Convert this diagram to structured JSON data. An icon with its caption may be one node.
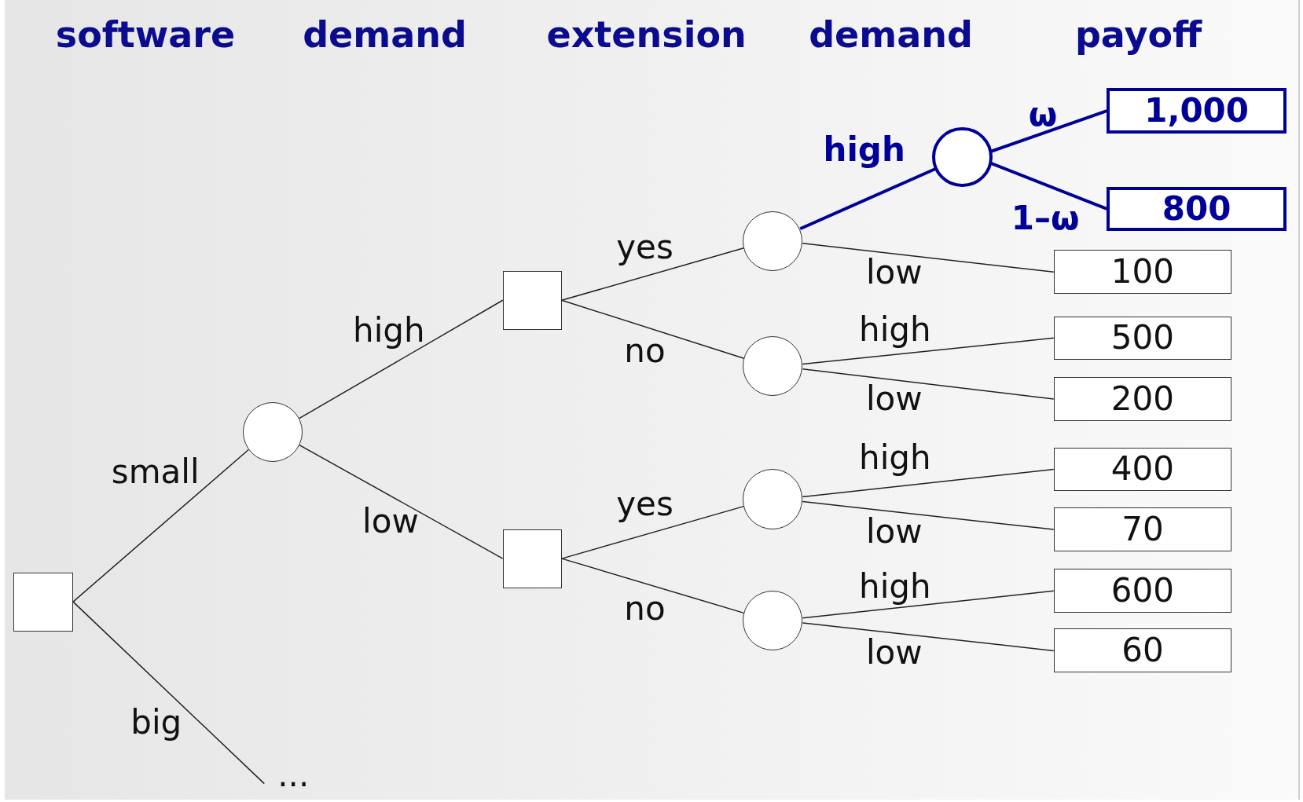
{
  "diagram": {
    "nodes": [
      {
        "text": [],
        "shape": "box"
      },
      {
        "text": [],
        "shape": "circle"
      },
      {
        "text": [],
        "shape": "box"
      },
      {
        "text": [],
        "shape": "box"
      },
      {
        "text": [],
        "shape": "circle"
      },
      {
        "text": [],
        "shape": "circle"
      },
      {
        "text": [],
        "shape": "circle"
      },
      {
        "text": [],
        "shape": "circle"
      },
      {
        "text": [],
        "shape": "circle"
      },
      {
        "text": [
          "1,000"
        ]
      },
      {
        "text": [
          "800"
        ]
      },
      {
        "text": [
          "100"
        ]
      },
      {
        "text": [
          "500"
        ]
      },
      {
        "text": [
          "200"
        ]
      },
      {
        "text": [
          "400"
        ]
      },
      {
        "text": [
          "70"
        ]
      },
      {
        "text": [
          "600"
        ]
      },
      {
        "text": [
          "60"
        ]
      },
      {
        "text": [
          "..."
        ]
      }
    ],
    "edges": [
      {
        "from": 0,
        "to": 1,
        "arrow": "none",
        "label": "small"
      },
      {
        "from": 0,
        "to": 18,
        "arrow": "none",
        "label": "big"
      },
      {
        "from": 1,
        "to": 2,
        "arrow": "none",
        "label": "high"
      },
      {
        "from": 1,
        "to": 3,
        "arrow": "none",
        "label": "low"
      },
      {
        "from": 2,
        "to": 4,
        "arrow": "none",
        "label": "yes"
      },
      {
        "from": 2,
        "to": 5,
        "arrow": "none",
        "label": "no"
      },
      {
        "from": 3,
        "to": 6,
        "arrow": "none",
        "label": "yes"
      },
      {
        "from": 3,
        "to": 7,
        "arrow": "none",
        "label": "no"
      },
      {
        "from": 4,
        "to": 8,
        "arrow": "none",
        "label": "high",
        "style": "thick",
        "color": "#000099"
      },
      {
        "from": 4,
        "to": 11,
        "arrow": "none",
        "label": "low"
      },
      {
        "from": 5,
        "to": 12,
        "arrow": "none",
        "label": "high"
      },
      {
        "from": 5,
        "to": 13,
        "arrow": "none",
        "label": "low"
      },
      {
        "from": 6,
        "to": 14,
        "arrow": "none",
        "label": "high"
      },
      {
        "from": 6,
        "to": 15,
        "arrow": "none",
        "label": "low"
      },
      {
        "from": 7,
        "to": 16,
        "arrow": "none",
        "label": "high"
      },
      {
        "from": 7,
        "to": 17,
        "arrow": "none",
        "label": "low"
      },
      {
        "from": 8,
        "to": 9,
        "arrow": "none",
        "label": "ω",
        "style": "thick",
        "color": "#000099"
      },
      {
        "from": 8,
        "to": 10,
        "arrow": "none",
        "label": "1–ω",
        "style": "thick",
        "color": "#000099"
      }
    ],
    "labels": [
      "software",
      "demand",
      "extension",
      "demand",
      "payoff"
    ]
  }
}
